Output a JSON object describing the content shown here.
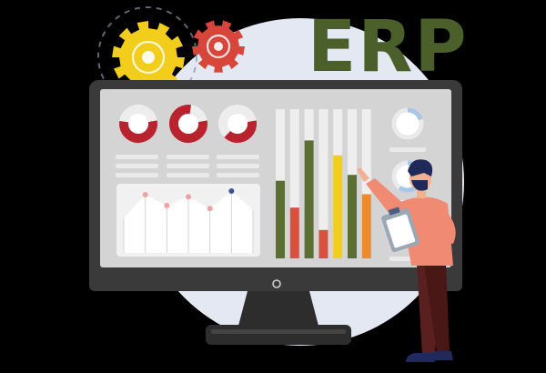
{
  "title": "ERP",
  "colors": {
    "background": "#000000",
    "backdrop_circle": "#e3e8f3",
    "title_green": "#4a5f2a",
    "gear_yellow": "#f2cd1c",
    "gear_red": "#d8453a",
    "monitor_frame": "#3a3a3a",
    "screen": "#d4d4d4",
    "donut_red": "#b8232e",
    "donut_light": "#ededed",
    "bar_green": "#5c6f32",
    "bar_red": "#d9513d",
    "bar_yellow": "#f2cd1c",
    "bar_orange": "#ec8a2c",
    "person_shirt": "#f08a73",
    "person_pants": "#5a1f1f",
    "person_hair": "#1f2a5a"
  },
  "icons": [
    "dashed-orbit",
    "yellow-gear-icon",
    "red-gear-icon",
    "donut-chart-icon",
    "area-chart-icon",
    "bar-chart-icon",
    "circular-progress-icon",
    "pointing-person-illustration",
    "clipboard-icon",
    "power-button-icon"
  ],
  "donuts": [
    0.55,
    0.8,
    0.4
  ],
  "progress_rings": [
    0.2,
    0.6
  ],
  "bars": [
    {
      "level": 0.52,
      "color": "bar_green"
    },
    {
      "level": 0.34,
      "color": "bar_red"
    },
    {
      "level": 0.79,
      "color": "bar_green"
    },
    {
      "level": 0.19,
      "color": "bar_red"
    },
    {
      "level": 0.69,
      "color": "bar_yellow"
    },
    {
      "level": 0.56,
      "color": "bar_green"
    },
    {
      "level": 0.43,
      "color": "bar_orange"
    }
  ],
  "area_points": [
    0.47,
    0.15,
    0.3,
    0.18,
    0.34,
    0.1,
    0.36
  ]
}
